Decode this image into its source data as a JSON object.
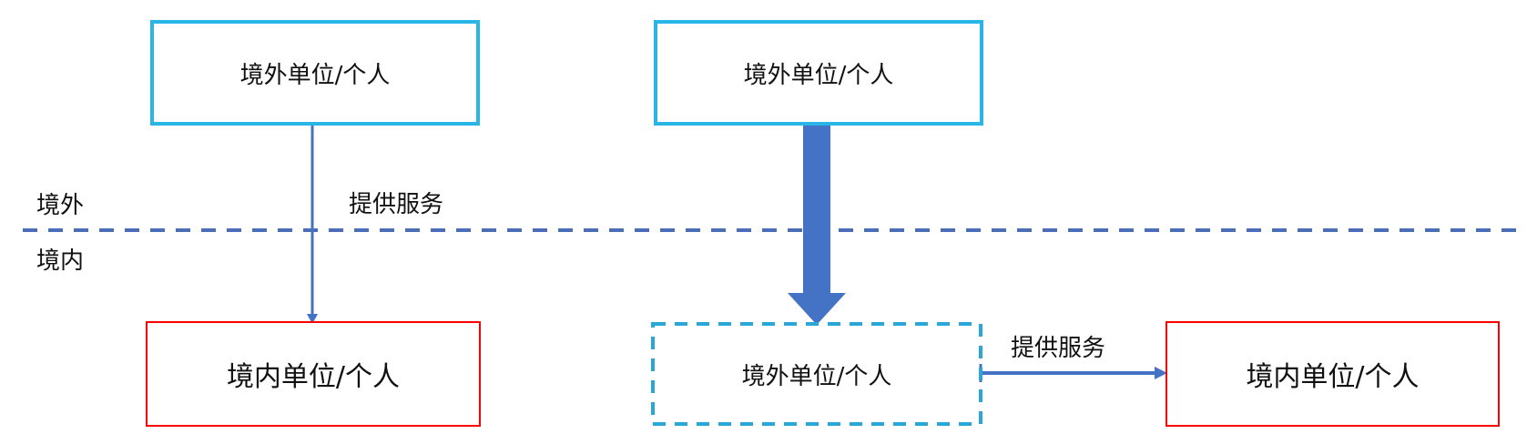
{
  "zones": {
    "outside": "境外",
    "inside": "境内"
  },
  "left": {
    "top_box": "境外单位/个人",
    "arrow_label": "提供服务",
    "bottom_box": "境内单位/个人"
  },
  "right": {
    "top_box": "境外单位/个人",
    "middle_box": "境外单位/个人",
    "arrow_label": "提供服务",
    "bottom_box": "境内单位/个人"
  },
  "colors": {
    "foreign": "#29b6e6",
    "domestic": "#ff0000",
    "arrow": "#4472c4"
  }
}
